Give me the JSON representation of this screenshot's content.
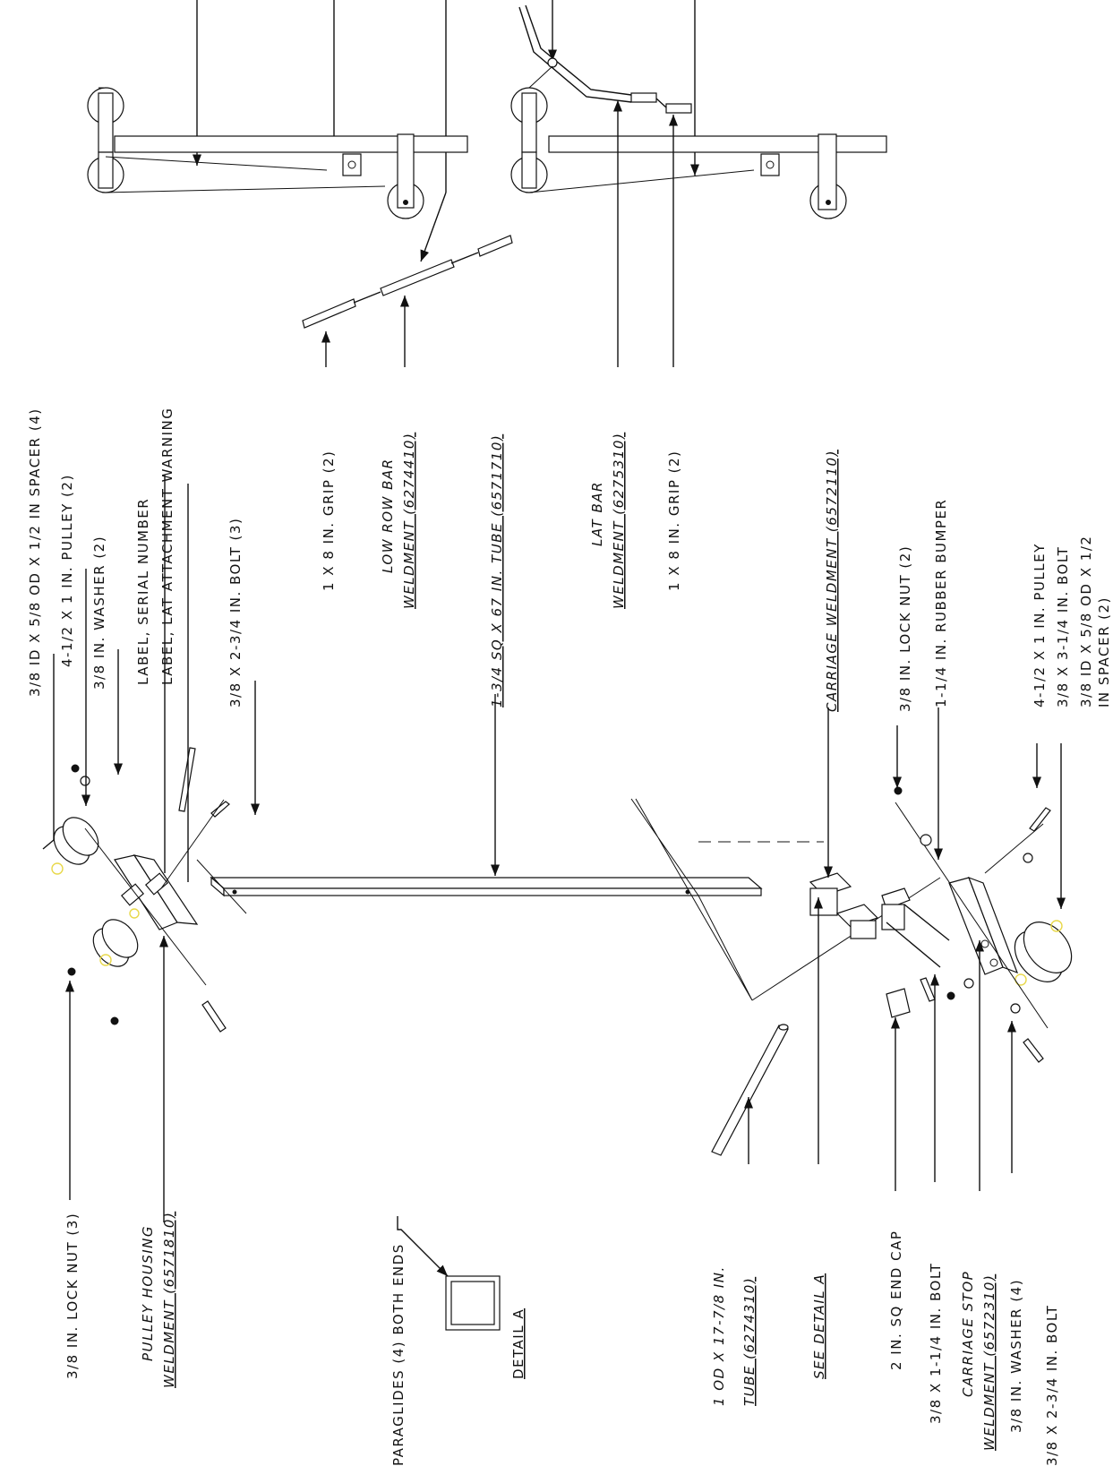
{
  "drawing": {
    "callouts": {
      "spacer_4": "3/8 ID X 5/8 OD X 1/2 IN SPACER (4)",
      "pulley_2": "4-1/2 X 1 IN. PULLEY (2)",
      "washer_2": "3/8 IN. WASHER (2)",
      "label_serial": "LABEL, SERIAL NUMBER",
      "label_lat": "LABEL, LAT ATTACHMENT WARNING",
      "bolt_3": "3/8 X 2-3/4 IN. BOLT (3)",
      "tube_67": "1-3/4 SQ X 67 IN. TUBE (6571710)",
      "carriage": "CARRIAGE WELDMENT (6572110)",
      "locknut_2": "3/8 IN. LOCK NUT (2)",
      "bumper": "1-1/4 IN. RUBBER BUMPER",
      "pulley_1": "4-1/2 X 1 IN. PULLEY",
      "bolt_314": "3/8 X 3-1/4 IN. BOLT",
      "spacer_2a": "3/8 ID X 5/8 OD X 1/2",
      "spacer_2b": "IN SPACER (2)",
      "grip_top": "1 X 8 IN. GRIP (2)",
      "low_row_a": "LOW ROW BAR",
      "low_row_b": "WELDMENT (6274410)",
      "lat_bar_a": "LAT BAR",
      "lat_bar_b": "WELDMENT (6275310)",
      "grip_mid": "1 X 8 IN. GRIP (2)",
      "locknut_3": "3/8 IN. LOCK NUT (3)",
      "pulley_housing_a": "PULLEY HOUSING",
      "pulley_housing_b": "WELDMENT (6571810)",
      "paraglides": "PARAGLIDES (4) BOTH ENDS",
      "detail_a": "DETAIL A",
      "tube_17_a": "1 OD X 17-7/8 IN.",
      "tube_17_b": "TUBE (6274310)",
      "see_detail": "SEE DETAIL A",
      "end_cap": "2 IN. SQ END CAP",
      "bolt_114": "3/8 X 1-1/4 IN. BOLT",
      "carriage_stop_a": "CARRIAGE STOP",
      "carriage_stop_b": "WELDMENT (6572310)",
      "washer_4": "3/8 IN. WASHER (4)",
      "bolt_234": "3/8 X 2-3/4 IN. BOLT"
    }
  }
}
